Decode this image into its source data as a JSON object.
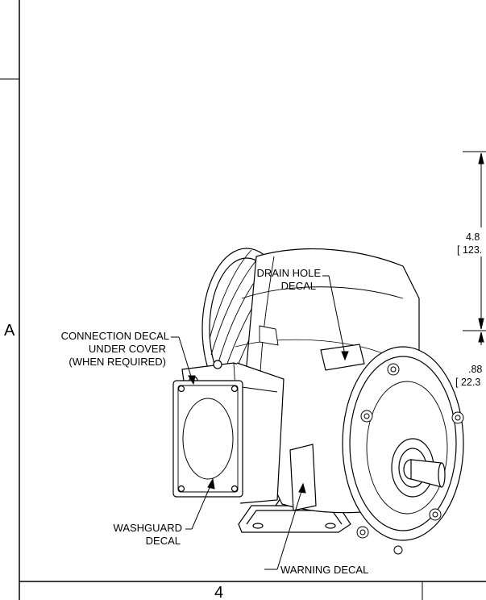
{
  "drawing": {
    "zone_row": "A",
    "zone_col": "4",
    "callouts": {
      "drain_hole": [
        "DRAIN HOLE",
        "DECAL"
      ],
      "connection": [
        "CONNECTION DECAL",
        "UNDER COVER",
        "(WHEN REQUIRED)"
      ],
      "washguard": [
        "WASHGUARD",
        "DECAL"
      ],
      "warning": "WARNING DECAL"
    },
    "dimensions": {
      "height_in": "4.8",
      "height_mm": "[ 123.",
      "shaft_in": ".88",
      "shaft_mm": "[ 22.3"
    }
  }
}
